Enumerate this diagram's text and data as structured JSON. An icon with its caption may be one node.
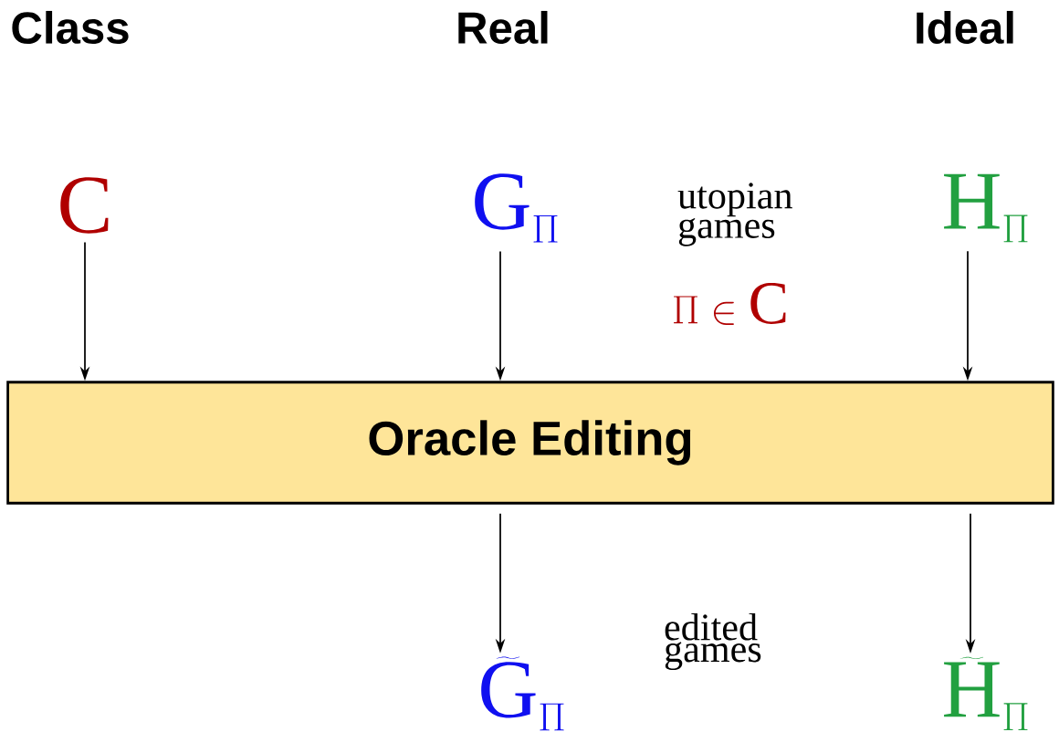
{
  "diagram": {
    "nodes": [
      {
        "text": [
          "\\mathrm{C}"
        ]
      },
      {
        "text": [
          "\\mathrm{G}_{\\Pi}"
        ]
      },
      {
        "text": [
          "\\mathrm{H}_{\\Pi}"
        ]
      },
      {
        "text": [
          "Oracle Editing"
        ]
      },
      {
        "text": [
          "\\widetilde{\\mathrm{G}}_{\\Pi}"
        ]
      },
      {
        "text": [
          "\\widetilde{\\mathrm{H}}_{\\Pi}"
        ]
      }
    ],
    "edges": [
      {
        "from": 0,
        "to": 3,
        "arrow": "to"
      },
      {
        "from": 1,
        "to": 3,
        "arrow": "to"
      },
      {
        "from": 2,
        "to": 3,
        "arrow": "to"
      },
      {
        "from": 3,
        "to": 4,
        "arrow": "to"
      },
      {
        "from": 3,
        "to": 5,
        "arrow": "to"
      }
    ],
    "labels": [
      "Class",
      "Real",
      "Ideal",
      "utopian games",
      "\\Pi \\in \\mathrm{C}",
      "edited games"
    ]
  }
}
